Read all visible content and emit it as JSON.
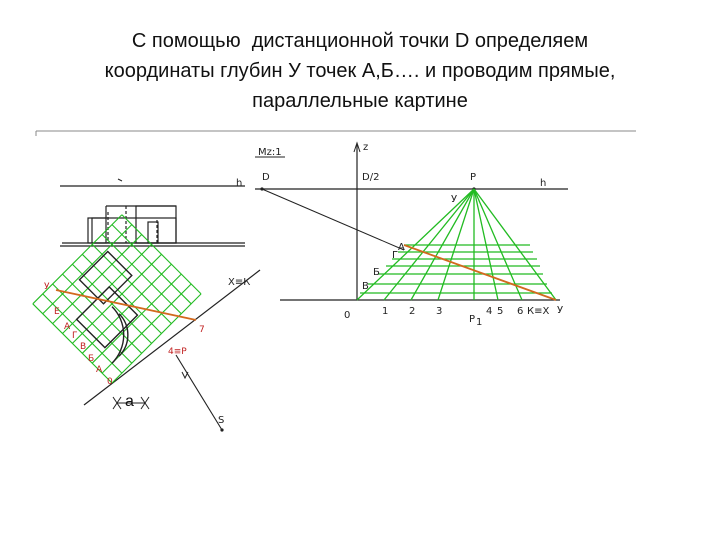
{
  "heading": {
    "line1": "С помощью  дистанционной точки D определяем",
    "line2": "координаты глубин У точек А,Б…. и проводим прямые,",
    "line3": "параллельные картине"
  },
  "labels": {
    "scale": "Мz:1",
    "z_axis": "z",
    "h_left": "h",
    "h_right": "h",
    "d_point": "D",
    "d_half": "D/2",
    "p_point": "P",
    "y_top": "У",
    "origin": "0",
    "x_end": "К≡Х",
    "p1": "P",
    "p1_sub": "1",
    "y_axis_bottom": "У",
    "xk_plan": "Х≡К",
    "plan_y": "У",
    "plan_e": "Е",
    "plan_a": "А",
    "plan_g": "Г",
    "plan_v": "В",
    "plan_b": "Б",
    "plan_zero": "0",
    "plan_seven": "7",
    "plan_p": "4≡Р",
    "s_point": "S",
    "a_label": "а"
  },
  "axis_ticks": [
    "1",
    "2",
    "3",
    "4",
    "5",
    "6"
  ],
  "grid_letters": [
    "А",
    "Б",
    "В",
    "Г",
    "Е"
  ],
  "colors": {
    "green": "#22bb22",
    "orange": "#d2691e",
    "ink": "#333333"
  }
}
